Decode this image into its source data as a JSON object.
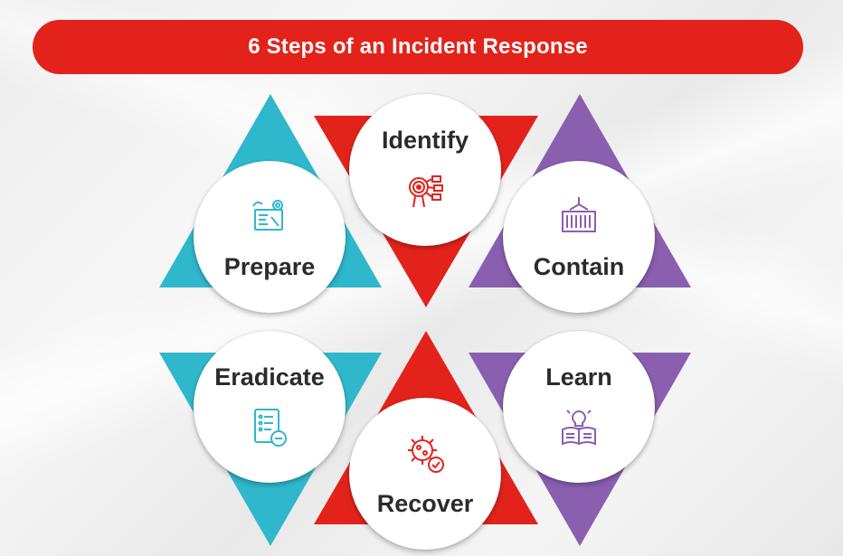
{
  "title": "6 Steps of an Incident Response",
  "colors": {
    "red": "#e3231b",
    "teal": "#2fb8cc",
    "purple": "#8a5fb0",
    "text": "#2b2b2b"
  },
  "steps": [
    {
      "id": "prepare",
      "label": "Prepare",
      "icon": "planning-board-icon",
      "color": "teal"
    },
    {
      "id": "identify",
      "label": "Identify",
      "icon": "target-network-icon",
      "color": "red"
    },
    {
      "id": "contain",
      "label": "Contain",
      "icon": "cargo-container-icon",
      "color": "purple"
    },
    {
      "id": "eradicate",
      "label": "Eradicate",
      "icon": "checklist-remove-icon",
      "color": "teal"
    },
    {
      "id": "recover",
      "label": "Recover",
      "icon": "virus-check-icon",
      "color": "red"
    },
    {
      "id": "learn",
      "label": "Learn",
      "icon": "lightbulb-book-icon",
      "color": "purple"
    }
  ]
}
